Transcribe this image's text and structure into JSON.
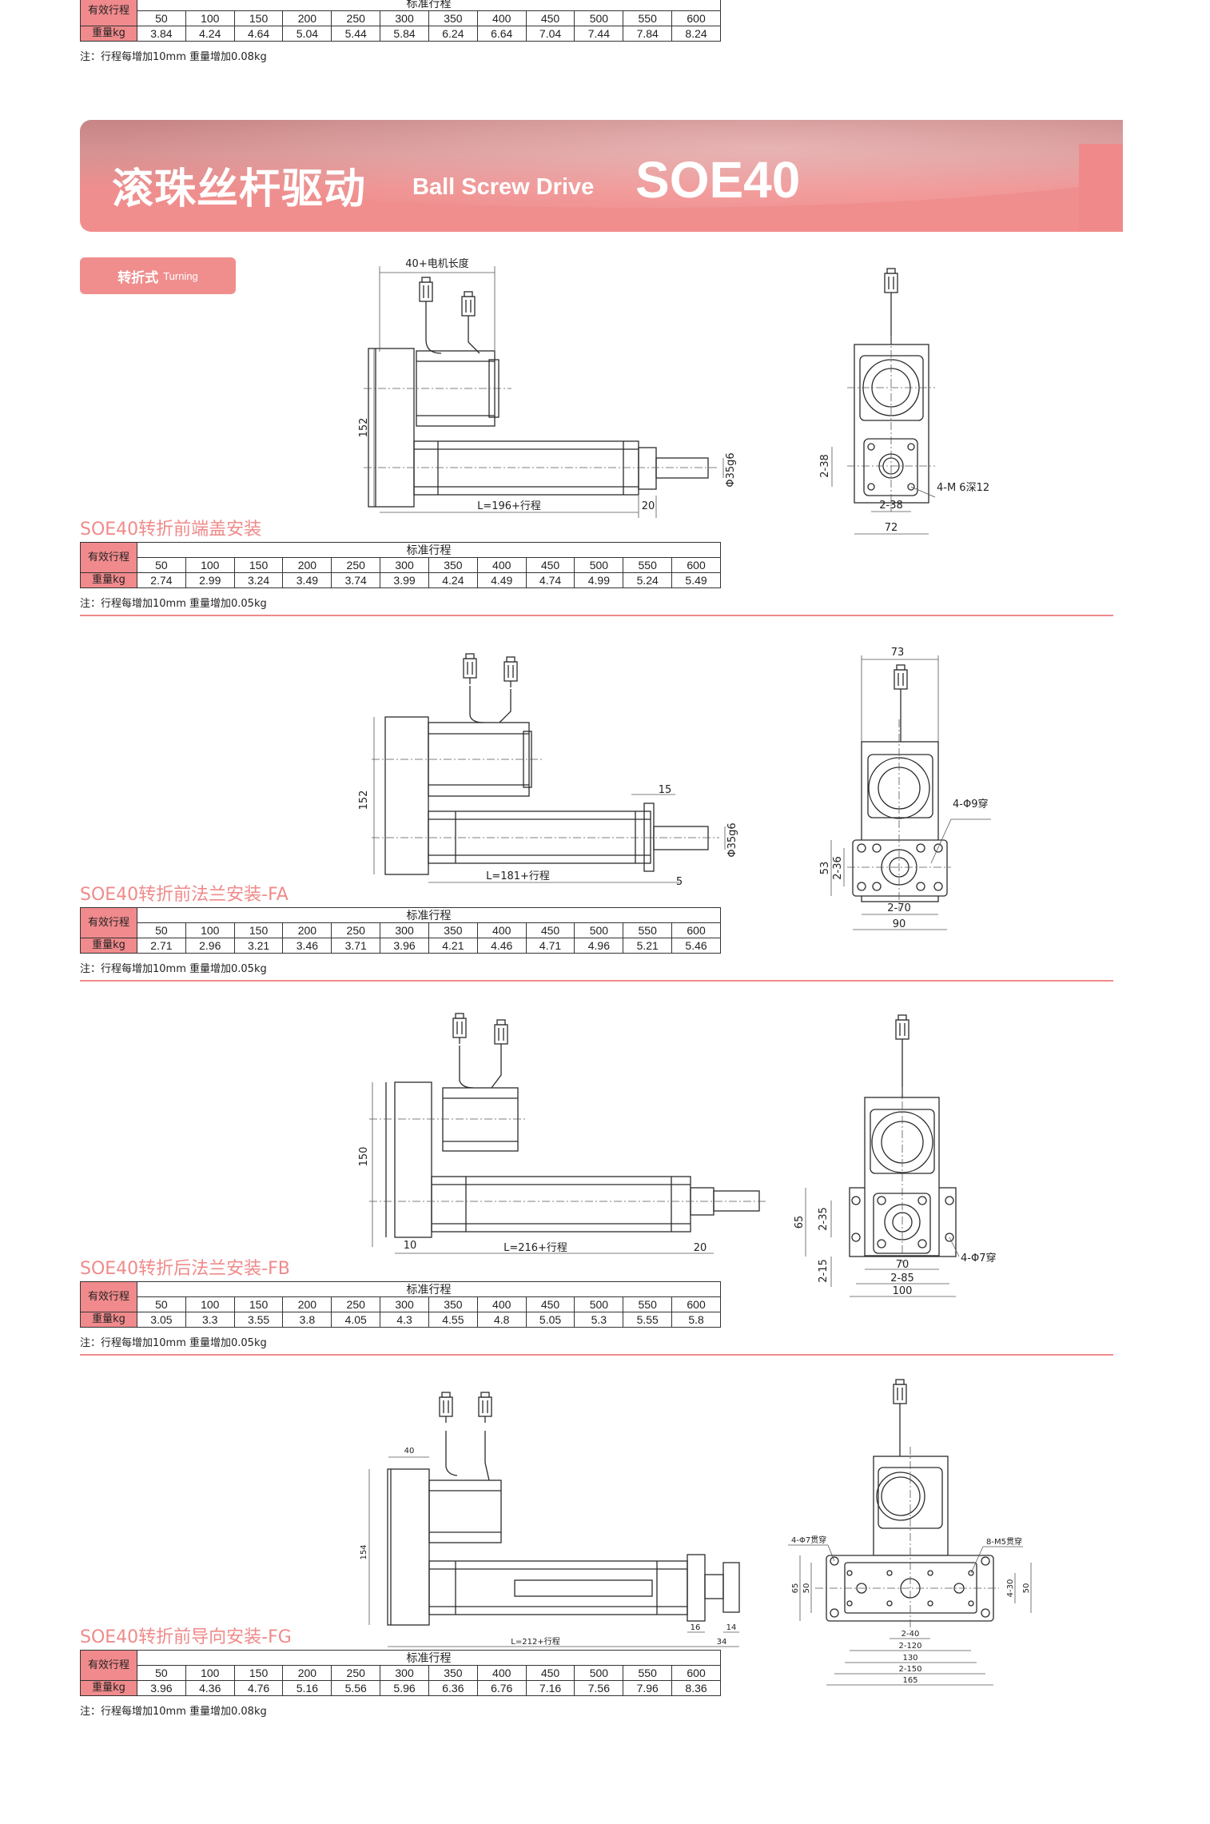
{
  "top_table": {
    "stroke_label": "有效行程",
    "header": "标准行程",
    "weight_label": "重量kg",
    "strokes": [
      "50",
      "100",
      "150",
      "200",
      "250",
      "300",
      "350",
      "400",
      "450",
      "500",
      "550",
      "600"
    ],
    "weights": [
      "3.84",
      "4.24",
      "4.64",
      "5.04",
      "5.44",
      "5.84",
      "6.24",
      "6.64",
      "7.04",
      "7.44",
      "7.84",
      "8.24"
    ],
    "note": "注：行程每增加10mm 重量增加0.08kg"
  },
  "banner": {
    "title_cn": "滚珠丝杆驱动",
    "title_en": "Ball Screw Drive",
    "model": "SOE40"
  },
  "mode_tag": {
    "cn": "转折式",
    "en": "Turning"
  },
  "sections": [
    {
      "caption": "SOE40转折前端盖安装",
      "table": {
        "stroke_label": "有效行程",
        "header": "标准行程",
        "weight_label": "重量kg",
        "strokes": [
          "50",
          "100",
          "150",
          "200",
          "250",
          "300",
          "350",
          "400",
          "450",
          "500",
          "550",
          "600"
        ],
        "weights": [
          "2.74",
          "2.99",
          "3.24",
          "3.49",
          "3.74",
          "3.99",
          "4.24",
          "4.49",
          "4.74",
          "4.99",
          "5.24",
          "5.49"
        ]
      },
      "note": "注：行程每增加10mm 重量增加0.05kg",
      "dims": [
        "40+电机长度",
        "152",
        "L=196+行程",
        "20",
        "Φ35g6",
        "2-38",
        "4-M 6深12",
        "2-38",
        "72"
      ]
    },
    {
      "caption": "SOE40转折前法兰安装-FA",
      "table": {
        "stroke_label": "有效行程",
        "header": "标准行程",
        "weight_label": "重量kg",
        "strokes": [
          "50",
          "100",
          "150",
          "200",
          "250",
          "300",
          "350",
          "400",
          "450",
          "500",
          "550",
          "600"
        ],
        "weights": [
          "2.71",
          "2.96",
          "3.21",
          "3.46",
          "3.71",
          "3.96",
          "4.21",
          "4.46",
          "4.71",
          "4.96",
          "5.21",
          "5.46"
        ]
      },
      "note": "注：行程每增加10mm 重量增加0.05kg",
      "dims": [
        "152",
        "15",
        "Φ35g6",
        "L=181+行程",
        "5",
        "73",
        "4-Φ9穿",
        "53",
        "2-36",
        "2-70",
        "90"
      ]
    },
    {
      "caption": "SOE40转折后法兰安装-FB",
      "table": {
        "stroke_label": "有效行程",
        "header": "标准行程",
        "weight_label": "重量kg",
        "strokes": [
          "50",
          "100",
          "150",
          "200",
          "250",
          "300",
          "350",
          "400",
          "450",
          "500",
          "550",
          "600"
        ],
        "weights": [
          "3.05",
          "3.3",
          "3.55",
          "3.8",
          "4.05",
          "4.3",
          "4.55",
          "4.8",
          "5.05",
          "5.3",
          "5.55",
          "5.8"
        ]
      },
      "note": "注：行程每增加10mm 重量增加0.05kg",
      "dims": [
        "150",
        "10",
        "L=216+行程",
        "20",
        "65",
        "2-35",
        "2-15",
        "4-Φ7穿",
        "70",
        "2-85",
        "100"
      ]
    },
    {
      "caption": "SOE40转折前导向安装-FG",
      "table": {
        "stroke_label": "有效行程",
        "header": "标准行程",
        "weight_label": "重量kg",
        "strokes": [
          "50",
          "100",
          "150",
          "200",
          "250",
          "300",
          "350",
          "400",
          "450",
          "500",
          "550",
          "600"
        ],
        "weights": [
          "3.96",
          "4.36",
          "4.76",
          "5.16",
          "5.56",
          "5.96",
          "6.36",
          "6.76",
          "7.16",
          "7.56",
          "7.96",
          "8.36"
        ]
      },
      "note": "注：行程每增加10mm 重量增加0.08kg",
      "dims": [
        "40",
        "154",
        "16",
        "14",
        "L=212+行程",
        "34",
        "4-Φ7贯穿",
        "8-M5贯穿",
        "65",
        "50",
        "4-30",
        "50",
        "2-40",
        "2-120",
        "130",
        "2-150",
        "165"
      ]
    }
  ]
}
